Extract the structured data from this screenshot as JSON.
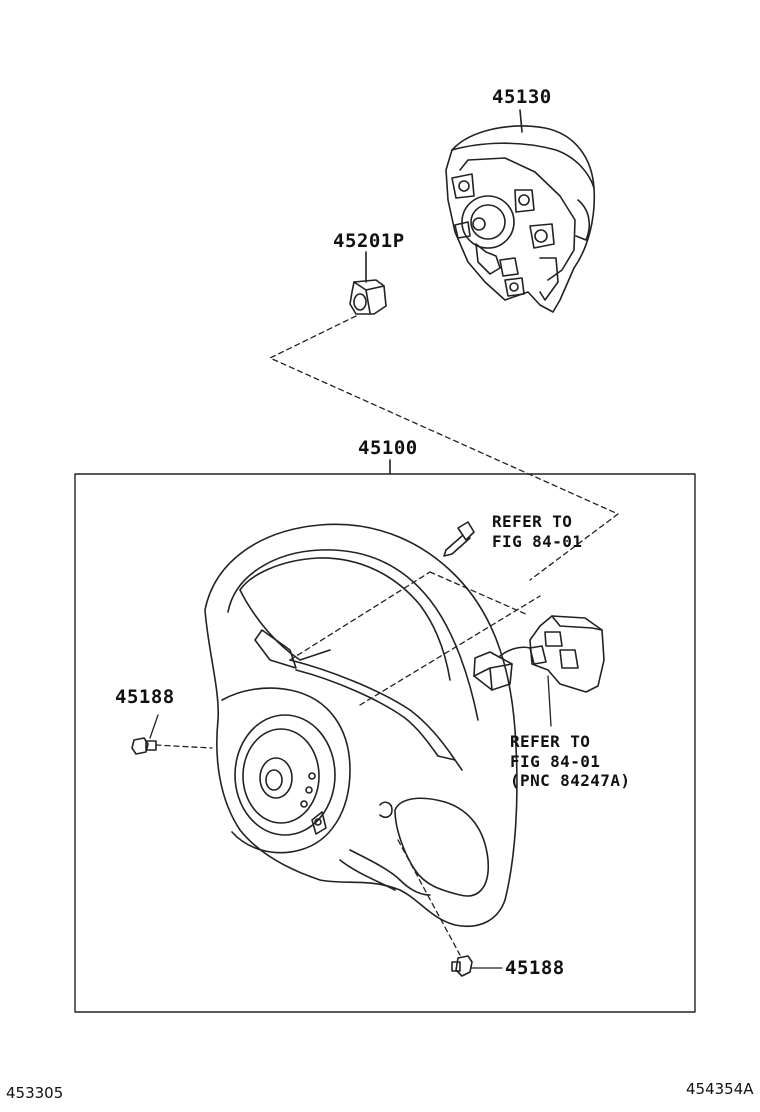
{
  "parts": {
    "horn_pad": "45130",
    "nut": "45201P",
    "steering_wheel": "45100",
    "screw_left": "45188",
    "screw_bottom": "45188"
  },
  "references": {
    "upper_line1": "REFER TO",
    "upper_line2": "FIG 84-01",
    "lower_line1": "REFER TO",
    "lower_line2": "FIG 84-01",
    "lower_line3": "(PNC 84247A)"
  },
  "footer": {
    "left_code": "453305",
    "right_code": "454354A"
  },
  "colors": {
    "line": "#222222",
    "background": "#ffffff"
  }
}
